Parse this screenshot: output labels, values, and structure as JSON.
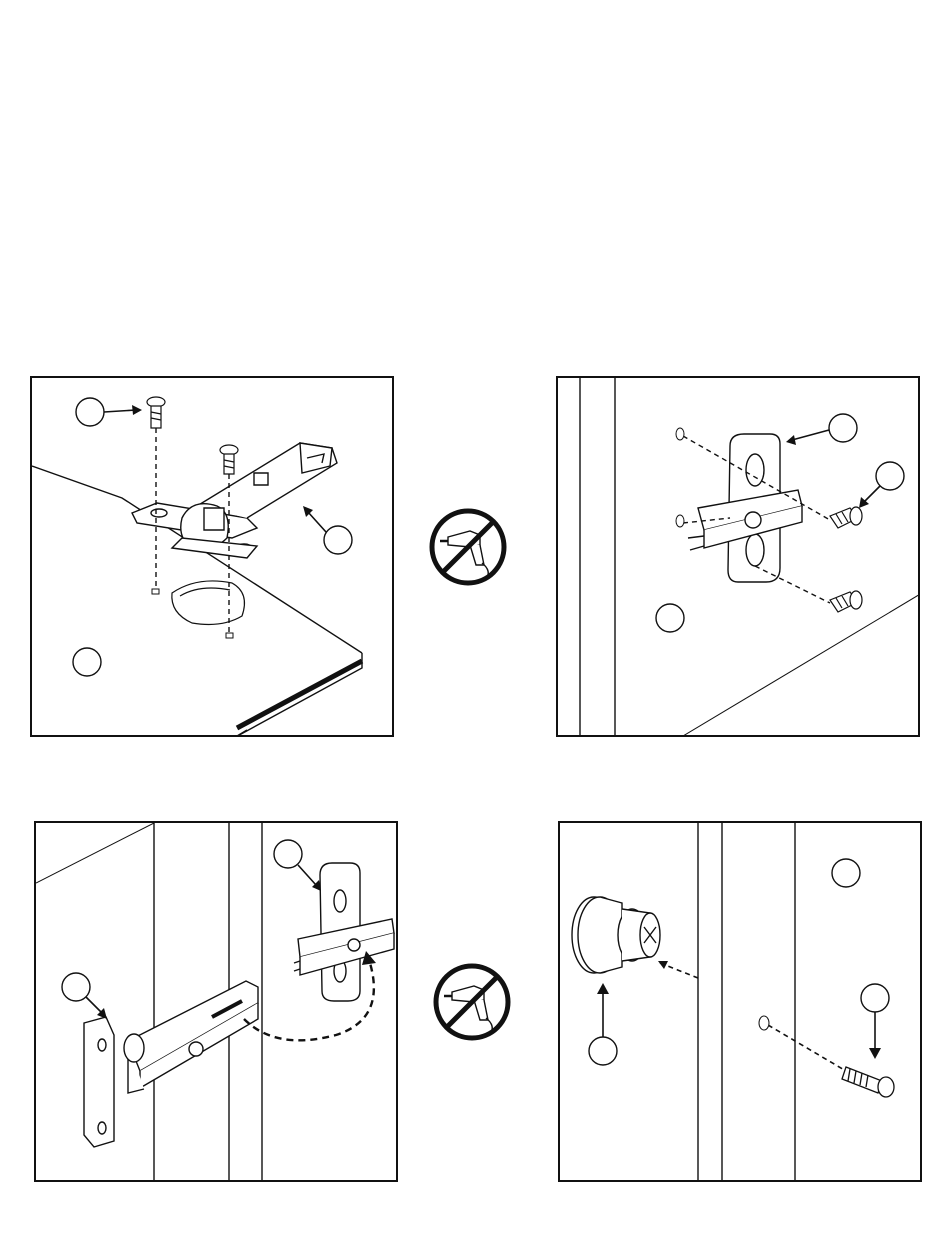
{
  "steps": [
    {
      "id": 1,
      "parts": [
        "callout-screw",
        "callout-hinge",
        "callout-door"
      ]
    },
    {
      "id": 2,
      "parts": [
        "callout-mounting-plate",
        "callout-euro-screw",
        "callout-cabinet"
      ]
    },
    {
      "id": 3,
      "parts": [
        "callout-mounting-plate",
        "callout-hinge-arm"
      ]
    },
    {
      "id": 4,
      "parts": [
        "callout-cabinet-side",
        "callout-screw",
        "callout-knob"
      ]
    }
  ],
  "icons": {
    "no_drill": "no-power-drill-icon"
  },
  "colors": {
    "line": "#111111",
    "background": "#ffffff"
  }
}
